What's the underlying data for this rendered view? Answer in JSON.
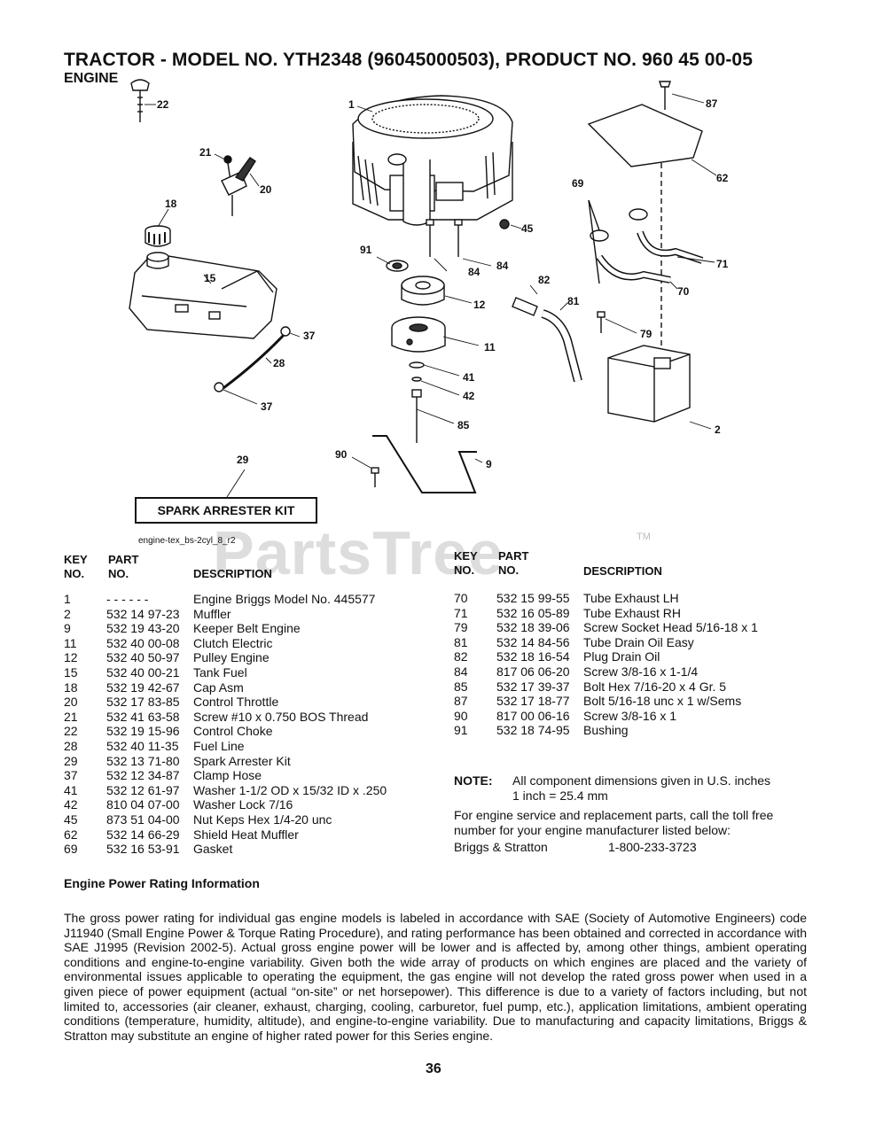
{
  "header": {
    "title": "TRACTOR - MODEL NO. YTH2348 (96045000503), PRODUCT NO. 960 45 00-05",
    "section": "ENGINE"
  },
  "diagram": {
    "callouts": [
      "22",
      "1",
      "87",
      "21",
      "20",
      "18",
      "62",
      "69",
      "45",
      "15",
      "91",
      "84",
      "84",
      "71",
      "82",
      "12",
      "70",
      "81",
      "37",
      "11",
      "79",
      "28",
      "41",
      "42",
      "37",
      "85",
      "2",
      "90",
      "9",
      "29"
    ],
    "kit_label": "SPARK ARRESTER KIT",
    "figure_id": "engine-tex_bs-2cyl_8_r2"
  },
  "watermark": {
    "text": "PartsTree",
    "tm": "TM"
  },
  "table": {
    "headers": {
      "key1": "KEY",
      "key2": "NO.",
      "part1": "PART",
      "part2": "NO.",
      "desc": "DESCRIPTION"
    },
    "left": [
      {
        "key": "1",
        "part": "- - - - - -",
        "desc": "Engine Briggs Model No. 445577"
      },
      {
        "key": "2",
        "part": "532 14 97-23",
        "desc": "Muffler"
      },
      {
        "key": "9",
        "part": "532 19 43-20",
        "desc": "Keeper Belt Engine"
      },
      {
        "key": "11",
        "part": "532 40 00-08",
        "desc": "Clutch Electric"
      },
      {
        "key": "12",
        "part": "532 40 50-97",
        "desc": "Pulley Engine"
      },
      {
        "key": "15",
        "part": "532 40 00-21",
        "desc": "Tank Fuel"
      },
      {
        "key": "18",
        "part": "532 19 42-67",
        "desc": "Cap Asm"
      },
      {
        "key": "20",
        "part": "532 17 83-85",
        "desc": "Control Throttle"
      },
      {
        "key": "21",
        "part": "532 41 63-58",
        "desc": "Screw #10 x 0.750 BOS Thread"
      },
      {
        "key": "22",
        "part": "532 19 15-96",
        "desc": "Control Choke"
      },
      {
        "key": "28",
        "part": "532 40 11-35",
        "desc": "Fuel Line"
      },
      {
        "key": "29",
        "part": "532 13 71-80",
        "desc": "Spark Arrester Kit"
      },
      {
        "key": "37",
        "part": "532 12 34-87",
        "desc": "Clamp Hose"
      },
      {
        "key": "41",
        "part": "532 12 61-97",
        "desc": "Washer 1-1/2 OD x 15/32 ID x .250"
      },
      {
        "key": "42",
        "part": "810 04 07-00",
        "desc": "Washer Lock 7/16"
      },
      {
        "key": "45",
        "part": "873 51 04-00",
        "desc": "Nut Keps Hex 1/4-20 unc"
      },
      {
        "key": "62",
        "part": "532 14 66-29",
        "desc": "Shield Heat Muffler"
      },
      {
        "key": "69",
        "part": "532 16 53-91",
        "desc": "Gasket"
      }
    ],
    "right": [
      {
        "key": "70",
        "part": "532 15 99-55",
        "desc": "Tube Exhaust LH"
      },
      {
        "key": "71",
        "part": "532 16 05-89",
        "desc": "Tube Exhaust RH"
      },
      {
        "key": "79",
        "part": "532 18 39-06",
        "desc": "Screw Socket Head 5/16-18 x 1"
      },
      {
        "key": "81",
        "part": "532 14 84-56",
        "desc": "Tube Drain Oil Easy"
      },
      {
        "key": "82",
        "part": "532 18 16-54",
        "desc": "Plug Drain Oil"
      },
      {
        "key": "84",
        "part": "817 06 06-20",
        "desc": "Screw 3/8-16 x 1-1/4"
      },
      {
        "key": "85",
        "part": "532 17 39-37",
        "desc": "Bolt Hex 7/16-20 x 4 Gr. 5"
      },
      {
        "key": "87",
        "part": "532 17 18-77",
        "desc": "Bolt 5/16-18 unc x 1 w/Sems"
      },
      {
        "key": "90",
        "part": "817 00 06-16",
        "desc": "Screw 3/8-16 x 1"
      },
      {
        "key": "91",
        "part": "532 18 74-95",
        "desc": "Bushing"
      }
    ]
  },
  "note": {
    "label": "NOTE:",
    "line1": "All component dimensions given in U.S. inches",
    "line2": "1 inch = 25.4 mm"
  },
  "service": {
    "text": "For engine service and replacement parts, call the toll free number for your engine manufacturer listed below:",
    "manufacturer": "Briggs & Stratton",
    "phone": "1-800-233-3723"
  },
  "rating": {
    "heading": "Engine Power Rating Information",
    "body": "The gross power rating for individual gas engine models is labeled in accordance with SAE (Society of Automotive Engineers) code J11940 (Small Engine Power & Torque Rating Procedure), and rating performance has been obtained and corrected in accordance with SAE J1995 (Revision 2002-5). Actual gross engine power will be lower and is affected by, among other things, ambient operating conditions and engine-to-engine variability. Given both the wide array of products on which engines are placed and the variety of environmental issues applicable to operating the equipment, the gas engine will not develop the rated gross power when used in a given piece of power equipment (actual “on-site” or net horsepower). This difference is due to a variety of factors including, but not limited to, accessories (air cleaner, exhaust, charging, cooling, carburetor, fuel pump, etc.), application limitations, ambient operating conditions (temperature, humidity, altitude), and engine-to-engine variability. Due to manufacturing and capacity limitations, Briggs & Stratton may substitute an engine of higher rated power for this Series engine."
  },
  "page_number": "36"
}
